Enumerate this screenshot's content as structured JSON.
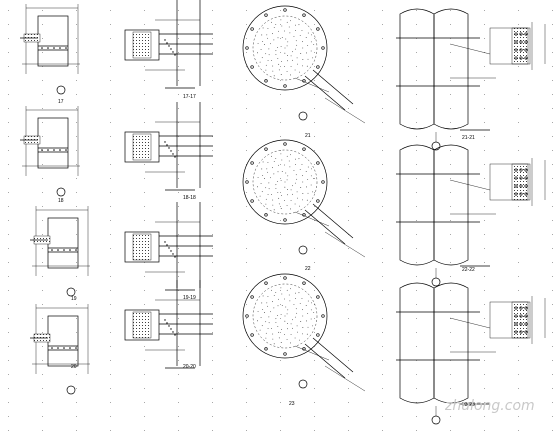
{
  "labels": {
    "col1": [
      "17",
      "18",
      "19",
      "20"
    ],
    "col2": [
      "17-17",
      "18-18",
      "19-19",
      "20-20"
    ],
    "col3": [
      "21",
      "22",
      "23"
    ],
    "col4": [
      "21-21",
      "22-22",
      "23-23"
    ]
  },
  "watermark": "zhulong.com"
}
